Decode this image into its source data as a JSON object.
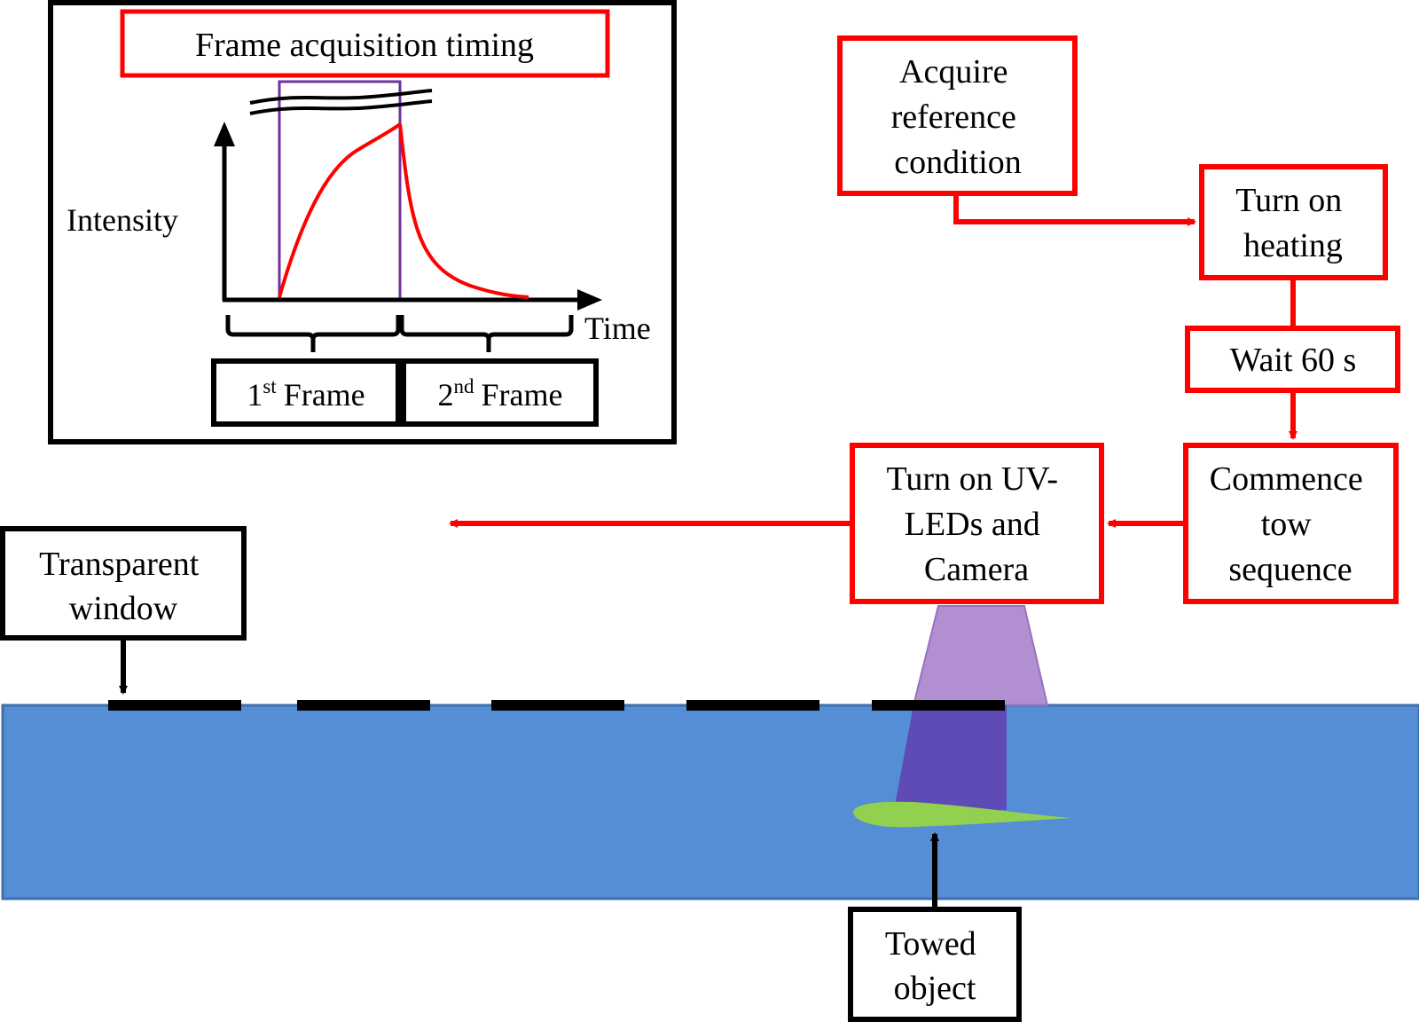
{
  "inset": {
    "title": "Frame acquisition timing",
    "y_axis_label": "Intensity",
    "x_axis_label": "Time",
    "frame1": {
      "number": "1",
      "suffix": "st",
      "label": "Frame"
    },
    "frame2": {
      "number": "2",
      "suffix": "nd",
      "label": "Frame"
    }
  },
  "flow": {
    "acquire": [
      "Acquire",
      "reference",
      "condition"
    ],
    "heating": [
      "Turn on",
      "heating"
    ],
    "wait": "Wait 60 s",
    "tow": [
      "Commence",
      "tow",
      "sequence"
    ],
    "uv": [
      "Turn on UV-",
      "LEDs and",
      "Camera"
    ]
  },
  "tank": {
    "window_label": [
      "Transparent",
      "window"
    ],
    "object_label": [
      "Towed",
      "object"
    ]
  },
  "colors": {
    "flow_red": "#ff0000",
    "curve_red": "#ff0000",
    "frame_purple": "#7030a0",
    "water_blue": "#558ed5",
    "water_edge": "#3f6fae",
    "uv_light": "#a57bc8",
    "uv_deep": "#6040b0",
    "object_green": "#92d050"
  }
}
